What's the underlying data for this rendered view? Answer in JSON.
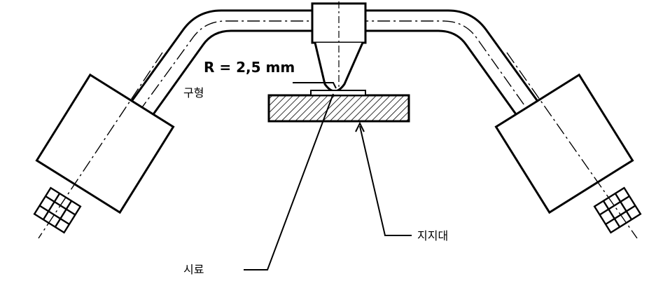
{
  "labels": {
    "radius": "R = 2,5 mm",
    "ball": "구형",
    "support": "지지대",
    "specimen": "시료"
  },
  "colors": {
    "ink": "#000000",
    "background": "#ffffff"
  }
}
